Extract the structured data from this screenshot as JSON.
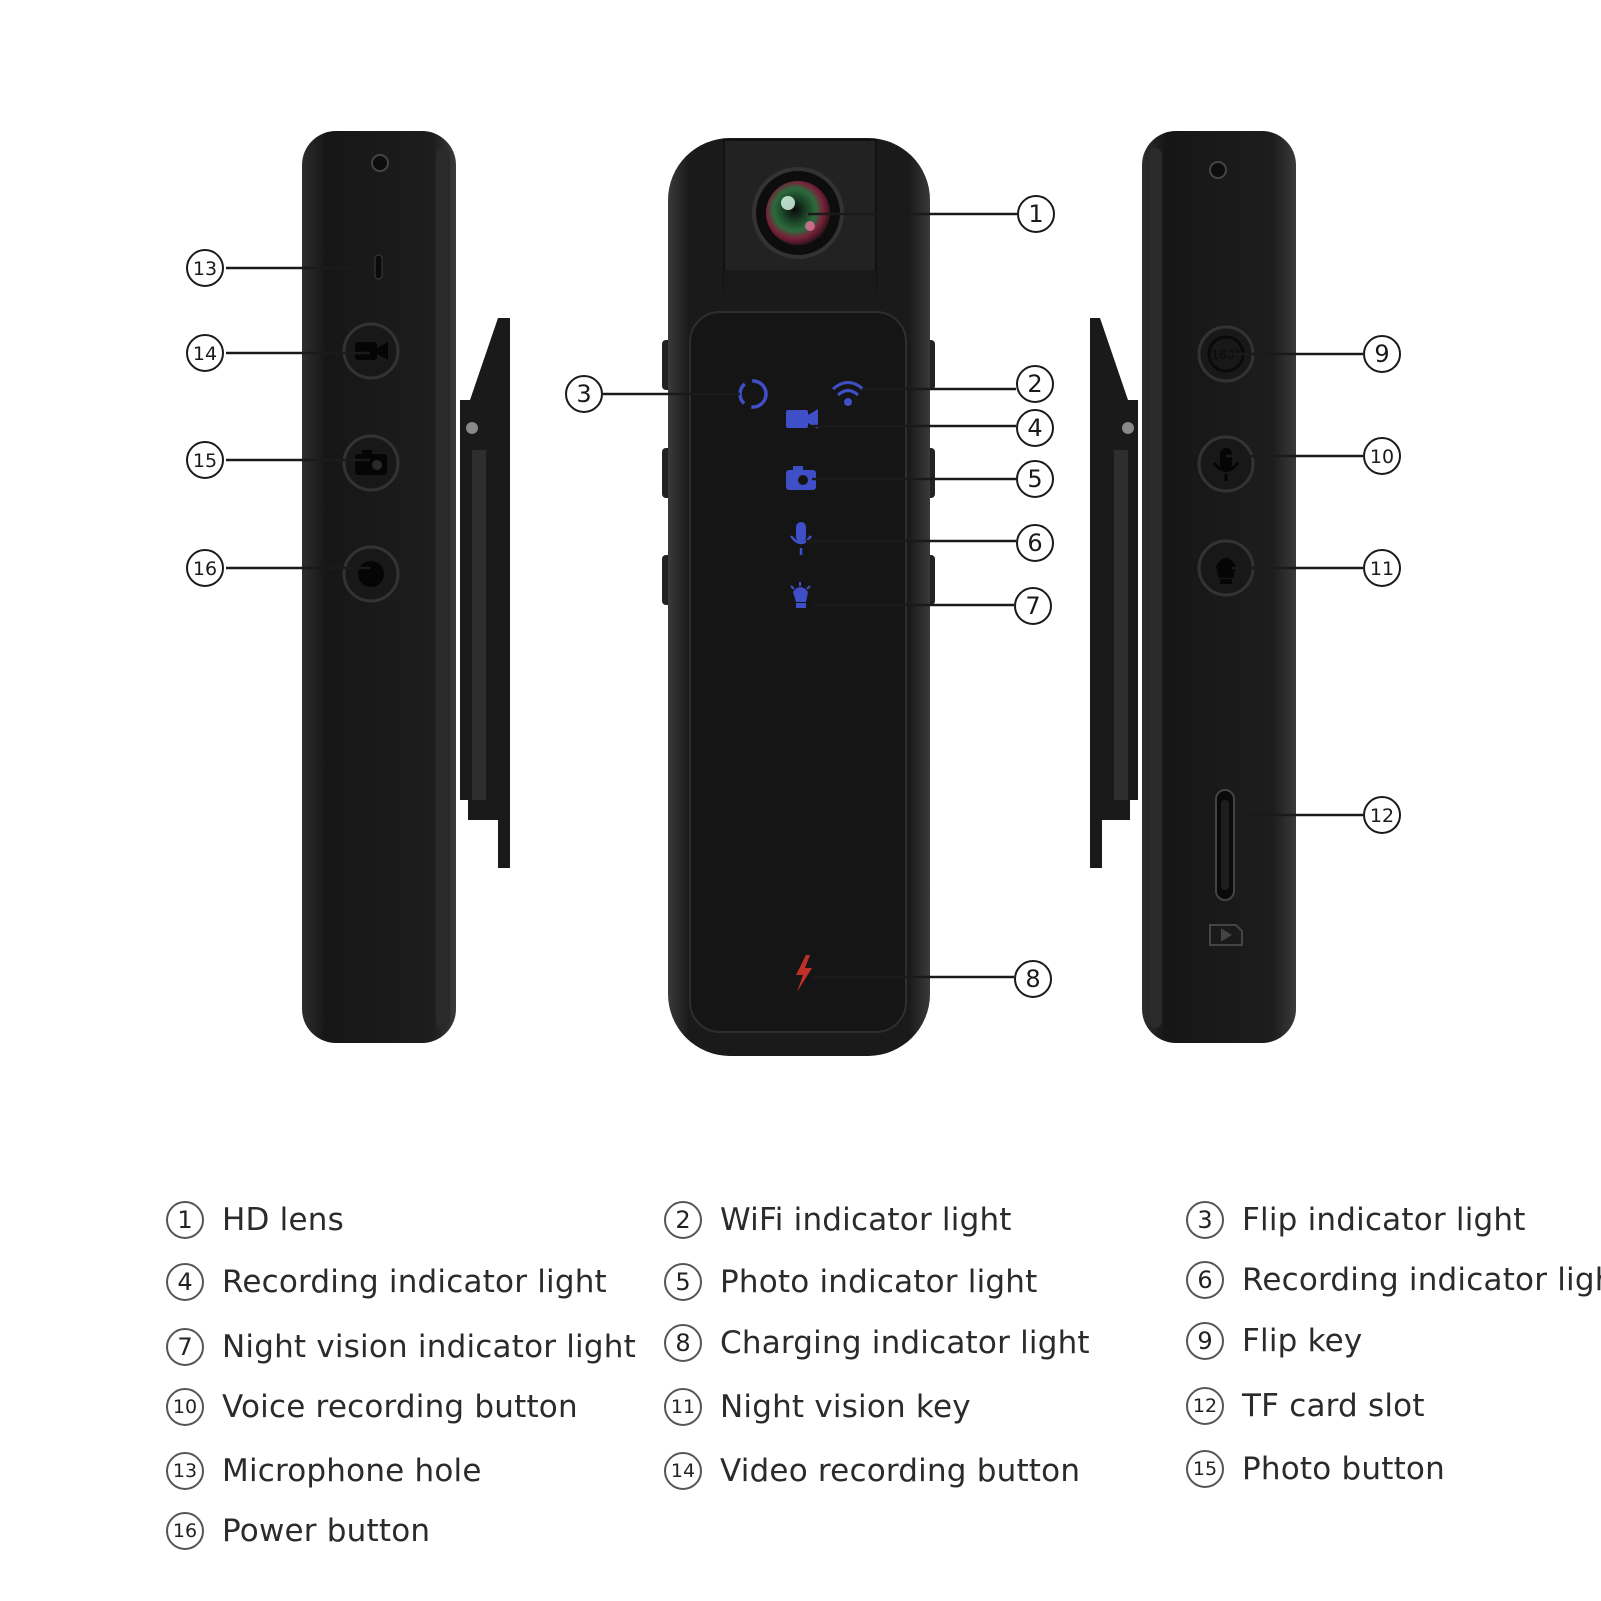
{
  "legend": [
    {
      "num": "1",
      "label": "HD lens"
    },
    {
      "num": "2",
      "label": "WiFi indicator light"
    },
    {
      "num": "3",
      "label": "Flip indicator light"
    },
    {
      "num": "4",
      "label": "Recording indicator light"
    },
    {
      "num": "5",
      "label": "Photo indicator light"
    },
    {
      "num": "6",
      "label": "Recording indicator light"
    },
    {
      "num": "7",
      "label": "Night vision indicator light"
    },
    {
      "num": "8",
      "label": "Charging indicator light"
    },
    {
      "num": "9",
      "label": "Flip key"
    },
    {
      "num": "10",
      "label": "Voice recording button"
    },
    {
      "num": "11",
      "label": "Night vision key"
    },
    {
      "num": "12",
      "label": "TF card slot"
    },
    {
      "num": "13",
      "label": "Microphone hole"
    },
    {
      "num": "14",
      "label": "Video recording button"
    },
    {
      "num": "15",
      "label": "Photo button"
    },
    {
      "num": "16",
      "label": "Power button"
    }
  ],
  "callouts": {
    "c1": "1",
    "c2": "2",
    "c3": "3",
    "c4": "4",
    "c5": "5",
    "c6": "6",
    "c7": "7",
    "c8": "8",
    "c9": "9",
    "c10": "10",
    "c11": "11",
    "c12": "12",
    "c13": "13",
    "c14": "14",
    "c15": "15",
    "c16": "16"
  },
  "device_marks": {
    "flip_key_text": "180°"
  },
  "colors": {
    "body": "#1c1c1c",
    "indicator_blue": "#3f4fc8",
    "indicator_red": "#c0302a",
    "leader": "#1a1a1a"
  }
}
